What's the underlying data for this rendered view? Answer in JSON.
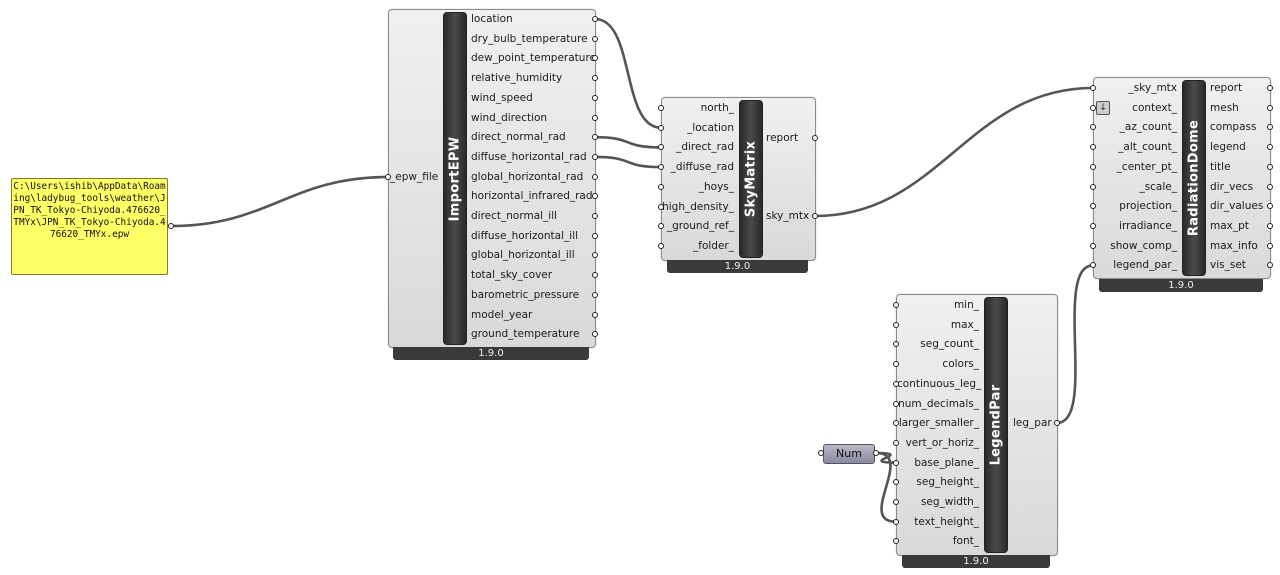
{
  "panel": {
    "text": "C:\\Users\\ishib\\AppData\\Roaming\\ladybug_tools\\weather\\JPN_TK_Tokyo-Chiyoda.476620_TMYx\\JPN_TK_Tokyo-Chiyoda.476620_TMYx.epw"
  },
  "import_epw": {
    "name": "ImportEPW",
    "version": "1.9.0",
    "inputs": [
      "_epw_file"
    ],
    "outputs": [
      "location",
      "dry_bulb_temperature",
      "dew_point_temperature",
      "relative_humidity",
      "wind_speed",
      "wind_direction",
      "direct_normal_rad",
      "diffuse_horizontal_rad",
      "global_horizontal_rad",
      "horizontal_infrared_rad",
      "direct_normal_ill",
      "diffuse_horizontal_ill",
      "global_horizontal_ill",
      "total_sky_cover",
      "barometric_pressure",
      "model_year",
      "ground_temperature"
    ]
  },
  "sky_matrix": {
    "name": "SkyMatrix",
    "version": "1.9.0",
    "inputs": [
      "north_",
      "_location",
      "_direct_rad",
      "_diffuse_rad",
      "_hoys_",
      "high_density_",
      "_ground_ref_",
      "_folder_"
    ],
    "outputs": [
      "report",
      "sky_mtx"
    ]
  },
  "radiation_dome": {
    "name": "RadiationDome",
    "version": "1.9.0",
    "inputs": [
      "_sky_mtx",
      "context_",
      "_az_count_",
      "_alt_count_",
      "_center_pt_",
      "_scale_",
      "projection_",
      "irradiance_",
      "show_comp_",
      "legend_par_"
    ],
    "outputs": [
      "report",
      "mesh",
      "compass",
      "legend",
      "title",
      "dir_vecs",
      "dir_values",
      "max_pt",
      "max_info",
      "vis_set"
    ]
  },
  "legend_par": {
    "name": "LegendPar",
    "version": "1.9.0",
    "inputs": [
      "min_",
      "max_",
      "seg_count_",
      "colors_",
      "continuous_leg_",
      "num_decimals_",
      "larger_smaller_",
      "vert_or_horiz_",
      "base_plane_",
      "seg_height_",
      "seg_width_",
      "text_height_",
      "font_"
    ],
    "outputs": [
      "leg_par"
    ]
  },
  "num_param": {
    "label": "Num"
  },
  "icons": {
    "context_marker": "down-arrow-icon"
  }
}
